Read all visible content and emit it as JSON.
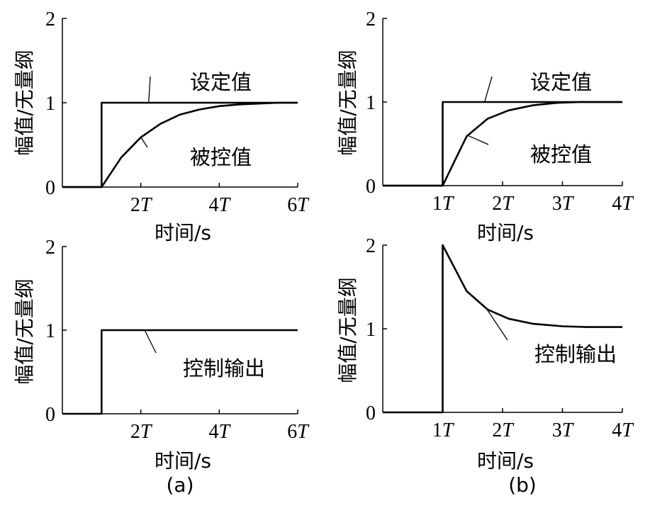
{
  "chart_data": [
    {
      "id": "a-top",
      "type": "line",
      "ylabel": "幅值/无量纲",
      "xlabel": "时间/s",
      "xlim": [
        0,
        6
      ],
      "ylim": [
        0,
        2
      ],
      "xticks": [
        {
          "v": 2,
          "n": "2",
          "u": "T"
        },
        {
          "v": 4,
          "n": "4",
          "u": "T"
        },
        {
          "v": 6,
          "n": "6",
          "u": "T"
        }
      ],
      "yticks": [
        {
          "v": 0,
          "label": "0"
        },
        {
          "v": 1,
          "label": "1"
        },
        {
          "v": 2,
          "label": "2"
        }
      ],
      "series": [
        {
          "name": "设定值",
          "points": [
            [
              0,
              0
            ],
            [
              1,
              0
            ],
            [
              1,
              1
            ],
            [
              6,
              1
            ]
          ]
        },
        {
          "name": "被控值",
          "points": [
            [
              0,
              0
            ],
            [
              1,
              0
            ],
            [
              1.5,
              0.35
            ],
            [
              2,
              0.59
            ],
            [
              2.5,
              0.75
            ],
            [
              3,
              0.86
            ],
            [
              3.5,
              0.92
            ],
            [
              4,
              0.96
            ],
            [
              4.5,
              0.98
            ],
            [
              5,
              0.99
            ],
            [
              5.5,
              1.0
            ],
            [
              6,
              1.0
            ]
          ]
        }
      ],
      "annotations": [
        {
          "text": "设定值",
          "target": [
            2.2,
            1.0
          ]
        },
        {
          "text": "被控值",
          "target": [
            2.0,
            0.59
          ]
        }
      ]
    },
    {
      "id": "b-top",
      "type": "line",
      "ylabel": "幅值/无量纲",
      "xlabel": "时间/s",
      "xlim": [
        0,
        4
      ],
      "ylim": [
        0,
        2
      ],
      "xticks": [
        {
          "v": 1,
          "n": "1",
          "u": "T"
        },
        {
          "v": 2,
          "n": "2",
          "u": "T"
        },
        {
          "v": 3,
          "n": "3",
          "u": "T"
        },
        {
          "v": 4,
          "n": "4",
          "u": "T"
        }
      ],
      "yticks": [
        {
          "v": 0,
          "label": "0"
        },
        {
          "v": 1,
          "label": "1"
        },
        {
          "v": 2,
          "label": "2"
        }
      ],
      "series": [
        {
          "name": "设定值",
          "points": [
            [
              0,
              0
            ],
            [
              1,
              0
            ],
            [
              1,
              1
            ],
            [
              4,
              1
            ]
          ]
        },
        {
          "name": "被控值",
          "points": [
            [
              0,
              0
            ],
            [
              1,
              0
            ],
            [
              1.4,
              0.59
            ],
            [
              1.75,
              0.8
            ],
            [
              2.1,
              0.9
            ],
            [
              2.5,
              0.96
            ],
            [
              2.9,
              0.99
            ],
            [
              3.3,
              1.0
            ],
            [
              4,
              1.0
            ]
          ]
        }
      ],
      "annotations": [
        {
          "text": "设定值",
          "target": [
            1.7,
            1.0
          ]
        },
        {
          "text": "被控值",
          "target": [
            1.42,
            0.6
          ]
        }
      ]
    },
    {
      "id": "a-bottom",
      "type": "line",
      "ylabel": "幅值/无量纲",
      "xlabel": "时间/s",
      "xlim": [
        0,
        6
      ],
      "ylim": [
        0,
        2
      ],
      "xticks": [
        {
          "v": 2,
          "n": "2",
          "u": "T"
        },
        {
          "v": 4,
          "n": "4",
          "u": "T"
        },
        {
          "v": 6,
          "n": "6",
          "u": "T"
        }
      ],
      "yticks": [
        {
          "v": 0,
          "label": "0"
        },
        {
          "v": 1,
          "label": "1"
        },
        {
          "v": 2,
          "label": "2"
        }
      ],
      "series": [
        {
          "name": "控制输出",
          "points": [
            [
              0,
              0
            ],
            [
              1,
              0
            ],
            [
              1,
              1
            ],
            [
              6,
              1
            ]
          ]
        }
      ],
      "annotations": [
        {
          "text": "控制输出",
          "target": [
            2.1,
            1.0
          ]
        }
      ]
    },
    {
      "id": "b-bottom",
      "type": "line",
      "ylabel": "幅值/无量纲",
      "xlabel": "时间/s",
      "xlim": [
        0,
        4
      ],
      "ylim": [
        0,
        2
      ],
      "xticks": [
        {
          "v": 1,
          "n": "1",
          "u": "T"
        },
        {
          "v": 2,
          "n": "2",
          "u": "T"
        },
        {
          "v": 3,
          "n": "3",
          "u": "T"
        },
        {
          "v": 4,
          "n": "4",
          "u": "T"
        }
      ],
      "yticks": [
        {
          "v": 0,
          "label": "0"
        },
        {
          "v": 1,
          "label": "1"
        },
        {
          "v": 2,
          "label": "2"
        }
      ],
      "series": [
        {
          "name": "控制输出",
          "points": [
            [
              0,
              0
            ],
            [
              1,
              0
            ],
            [
              1,
              2
            ],
            [
              1.4,
              1.45
            ],
            [
              1.75,
              1.23
            ],
            [
              2.1,
              1.12
            ],
            [
              2.5,
              1.06
            ],
            [
              3.0,
              1.03
            ],
            [
              3.4,
              1.02
            ],
            [
              4,
              1.02
            ]
          ]
        }
      ],
      "annotations": [
        {
          "text": "控制输出",
          "target": [
            1.75,
            1.22
          ]
        }
      ]
    }
  ],
  "captions": {
    "a": "(a)",
    "b": "(b)"
  }
}
